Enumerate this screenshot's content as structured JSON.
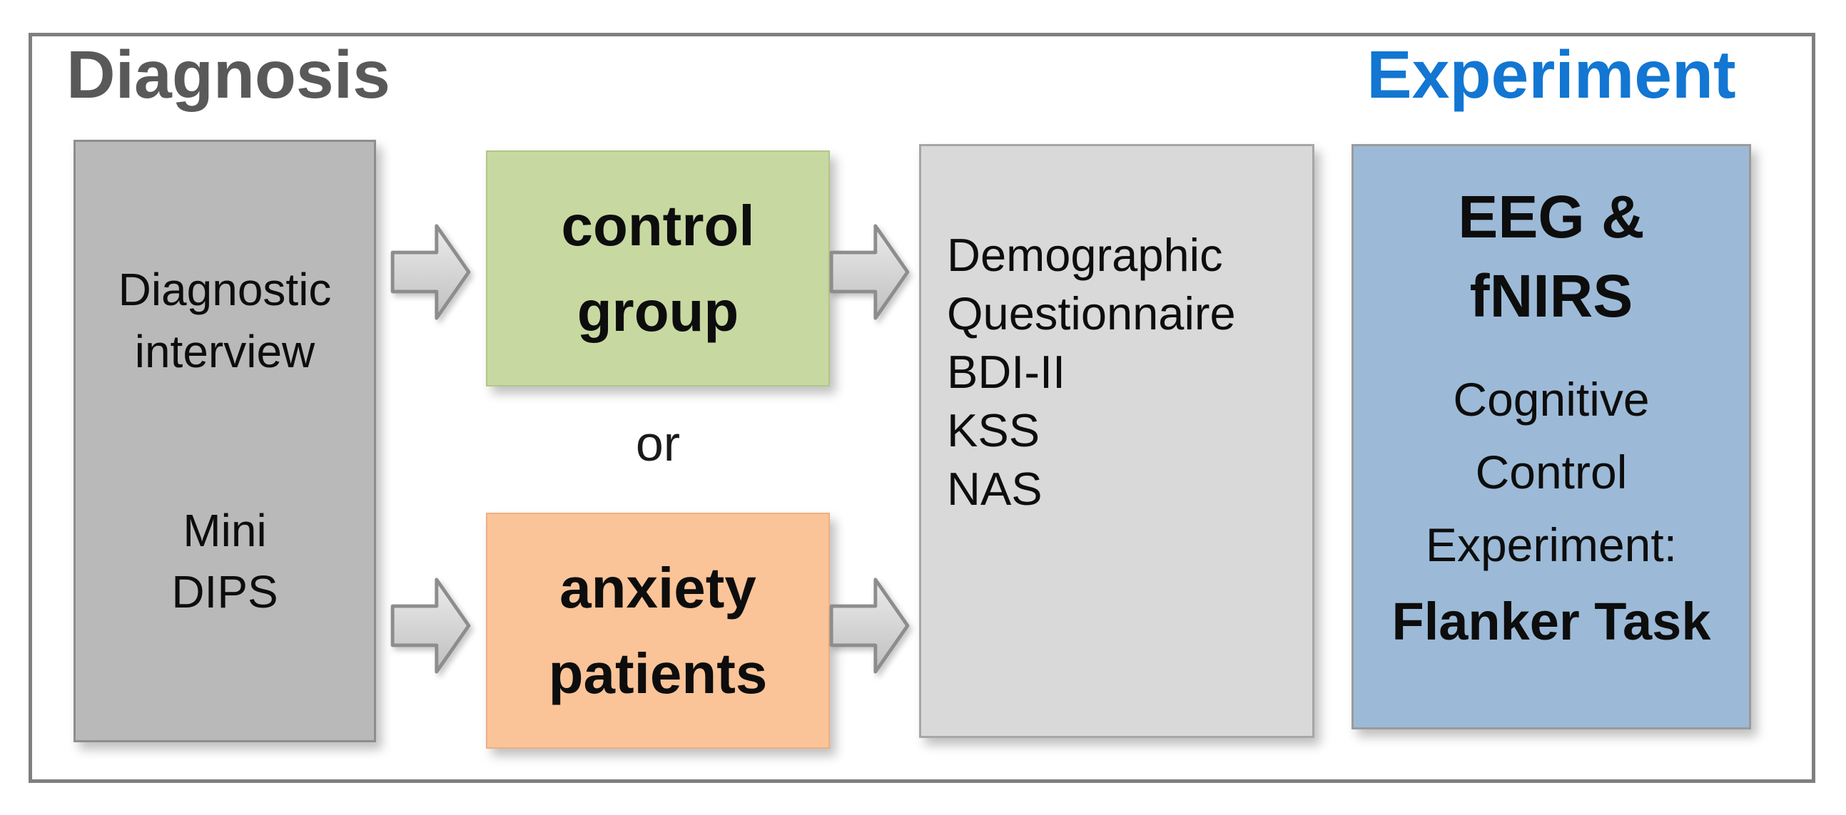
{
  "header": {
    "diagnosis_label": "Diagnosis",
    "experiment_label": "Experiment"
  },
  "flow": {
    "diagnostic_box": {
      "lines": [
        "Diagnostic",
        "interview",
        "Mini",
        "DIPS"
      ]
    },
    "control_box": {
      "lines": [
        "control",
        "group"
      ]
    },
    "or_label": "or",
    "anxiety_box": {
      "lines": [
        "anxiety",
        "patients"
      ]
    },
    "measures_box": {
      "lines": [
        "Demographic",
        "Questionnaire",
        "BDI-II",
        "KSS",
        "NAS"
      ]
    },
    "experiment_box": {
      "title_lines": [
        "EEG &",
        "fNIRS"
      ],
      "body_lines": [
        "Cognitive",
        "Control",
        "Experiment:"
      ],
      "task_label": "Flanker Task"
    }
  },
  "colors": {
    "header_gray": "#595959",
    "header_blue": "#1276d2",
    "frame_border": "#7f7f7f",
    "diagnostic_fill": "#b9b9b9",
    "control_fill": "#c7d9a1",
    "anxiety_fill": "#fbc498",
    "measures_fill": "#d9d9d9",
    "experiment_fill": "#9cbad7",
    "arrow_fill": "#d4d4d4",
    "arrow_stroke": "#8d8d8d"
  }
}
